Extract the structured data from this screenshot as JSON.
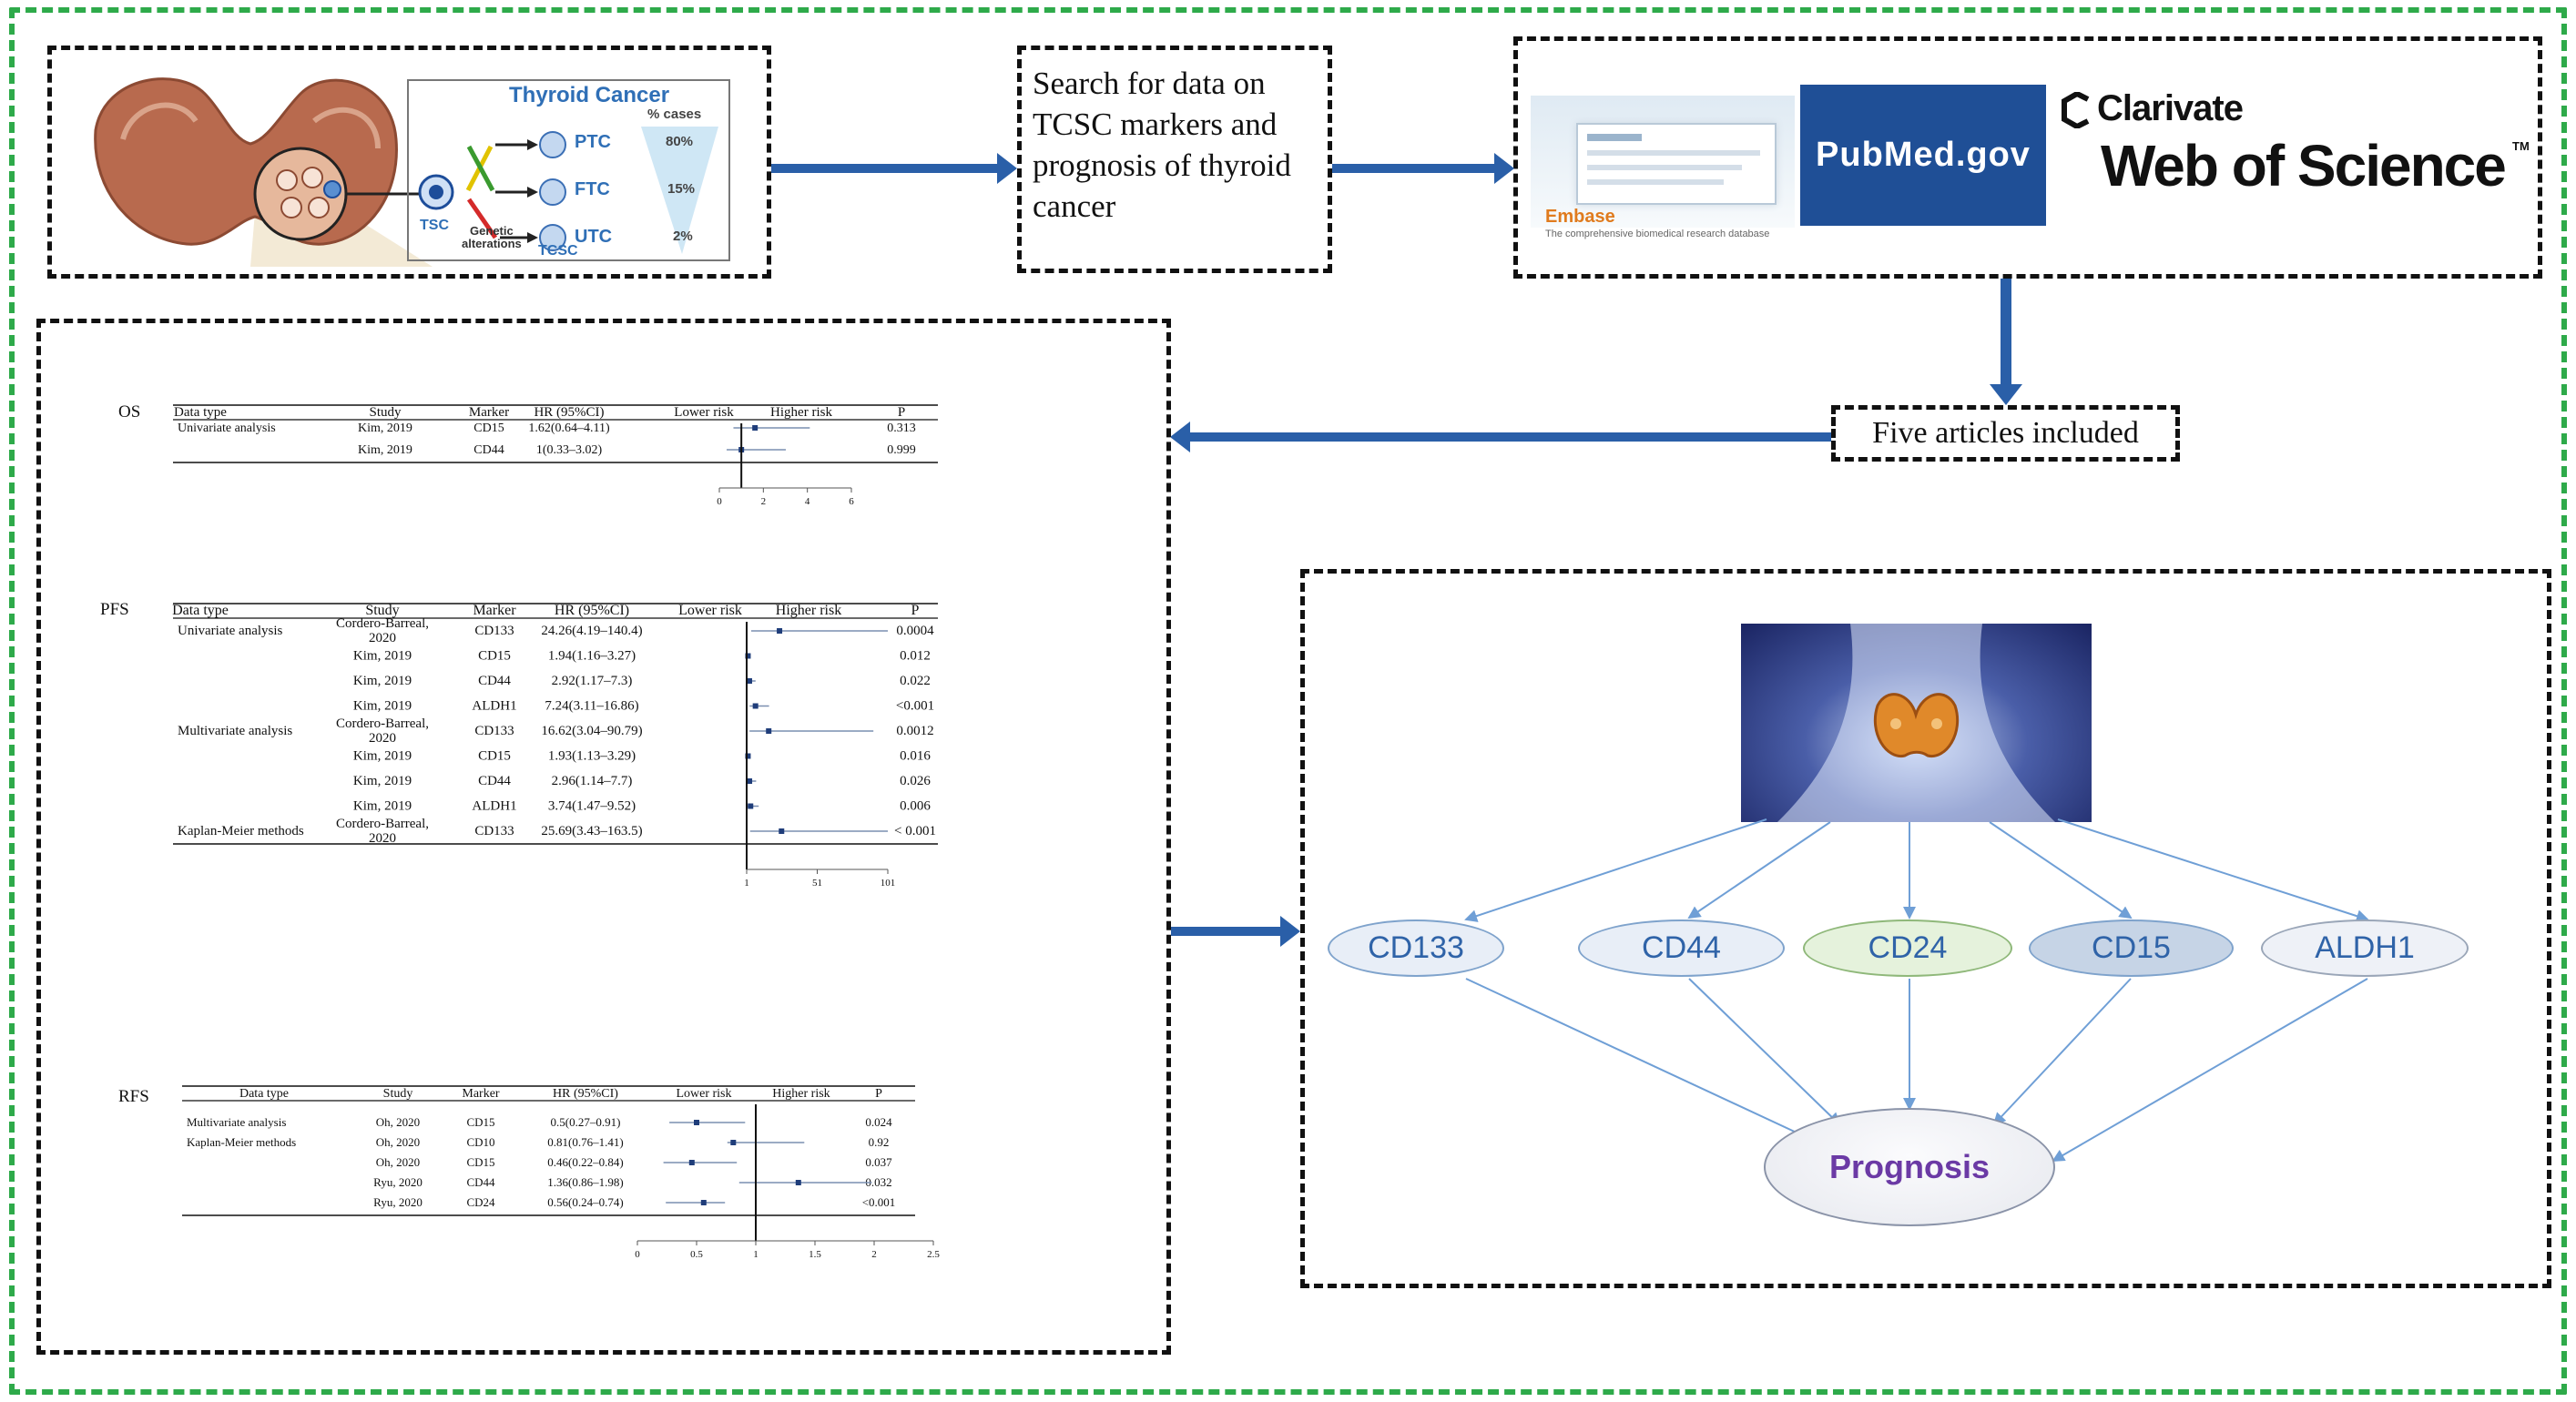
{
  "top": {
    "thyroid_panel": {
      "title": "Thyroid Cancer",
      "cases_label": "% cases",
      "types": [
        {
          "name": "PTC",
          "pct": "80%"
        },
        {
          "name": "FTC",
          "pct": "15%"
        },
        {
          "name": "UTC",
          "pct": "2%"
        }
      ],
      "tsc_label": "TSC",
      "genetic_label": "Genetic\nalterations",
      "tcsc_label": "TCSC"
    },
    "search_text": "Search for data on TCSC markers and prognosis of thyroid cancer",
    "databases": {
      "embase": "Embase",
      "embase_sub": "The comprehensive biomedical research database",
      "pubmed": "PubMed.gov",
      "clarivate": "Clarivate",
      "wos": "Web of Science",
      "tm": "TM"
    },
    "included_text": "Five articles included"
  },
  "forest": {
    "os": {
      "label": "OS",
      "headers": [
        "Data type",
        "Study",
        "Marker",
        "HR (95%CI)",
        "Lower risk",
        "Higher risk",
        "P"
      ],
      "rows": [
        {
          "group": "Univariate analysis",
          "study": "Kim, 2019",
          "marker": "CD15",
          "hr": "1.62(0.64–4.11)",
          "p": "0.313"
        },
        {
          "group": "",
          "study": "Kim, 2019",
          "marker": "CD44",
          "hr": "1(0.33–3.02)",
          "p": "0.999"
        }
      ],
      "axis_ticks": [
        "0",
        "2",
        "4",
        "6"
      ]
    },
    "pfs": {
      "label": "PFS",
      "headers": [
        "Data type",
        "Study",
        "Marker",
        "HR (95%CI)",
        "Lower risk",
        "Higher risk",
        "P"
      ],
      "rows": [
        {
          "group": "Univariate analysis",
          "study": "Cordero-Barreal, 2020",
          "marker": "CD133",
          "hr": "24.26(4.19–140.4)",
          "p": "0.0004"
        },
        {
          "group": "",
          "study": "Kim, 2019",
          "marker": "CD15",
          "hr": "1.94(1.16–3.27)",
          "p": "0.012"
        },
        {
          "group": "",
          "study": "Kim, 2019",
          "marker": "CD44",
          "hr": "2.92(1.17–7.3)",
          "p": "0.022"
        },
        {
          "group": "",
          "study": "Kim, 2019",
          "marker": "ALDH1",
          "hr": "7.24(3.11–16.86)",
          "p": "<0.001"
        },
        {
          "group": "Multivariate analysis",
          "study": "Cordero-Barreal, 2020",
          "marker": "CD133",
          "hr": "16.62(3.04–90.79)",
          "p": "0.0012"
        },
        {
          "group": "",
          "study": "Kim, 2019",
          "marker": "CD15",
          "hr": "1.93(1.13–3.29)",
          "p": "0.016"
        },
        {
          "group": "",
          "study": "Kim, 2019",
          "marker": "CD44",
          "hr": "2.96(1.14–7.7)",
          "p": "0.026"
        },
        {
          "group": "",
          "study": "Kim, 2019",
          "marker": "ALDH1",
          "hr": "3.74(1.47–9.52)",
          "p": "0.006"
        },
        {
          "group": "Kaplan-Meier methods",
          "study": "Cordero-Barreal, 2020",
          "marker": "CD133",
          "hr": "25.69(3.43–163.5)",
          "p": "< 0.001"
        }
      ],
      "axis_ticks": [
        "1",
        "51",
        "101"
      ]
    },
    "rfs": {
      "label": "RFS",
      "headers": [
        "Data type",
        "Study",
        "Marker",
        "HR (95%CI)",
        "Lower risk",
        "Higher risk",
        "P"
      ],
      "rows": [
        {
          "group": "Multivariate analysis",
          "study": "Oh, 2020",
          "marker": "CD15",
          "hr": "0.5(0.27–0.91)",
          "p": "0.024"
        },
        {
          "group": "Kaplan-Meier methods",
          "study": "Oh, 2020",
          "marker": "CD10",
          "hr": "0.81(0.76–1.41)",
          "p": "0.92"
        },
        {
          "group": "",
          "study": "Oh, 2020",
          "marker": "CD15",
          "hr": "0.46(0.22–0.84)",
          "p": "0.037"
        },
        {
          "group": "",
          "study": "Ryu, 2020",
          "marker": "CD44",
          "hr": "1.36(0.86–1.98)",
          "p": "0.032"
        },
        {
          "group": "",
          "study": "Ryu, 2020",
          "marker": "CD24",
          "hr": "0.56(0.24–0.74)",
          "p": "<0.001"
        }
      ],
      "axis_ticks": [
        "0",
        "0.5",
        "1",
        "1.5",
        "2",
        "2.5"
      ]
    }
  },
  "markers": {
    "items": [
      {
        "label": "CD133",
        "fill": "#e8eef7"
      },
      {
        "label": "CD44",
        "fill": "#e8eef7"
      },
      {
        "label": "CD24",
        "fill": "#e5f2dc"
      },
      {
        "label": "CD15",
        "fill": "#c6d4e6"
      },
      {
        "label": "ALDH1",
        "fill": "#eef1f7"
      }
    ],
    "outcome": "Prognosis"
  },
  "colors": {
    "outer_border": "#2eaa4a",
    "arrow": "#2a5fa8",
    "pubmed_bg": "#1f4f96",
    "prognosis_text": "#6b3aa5"
  }
}
